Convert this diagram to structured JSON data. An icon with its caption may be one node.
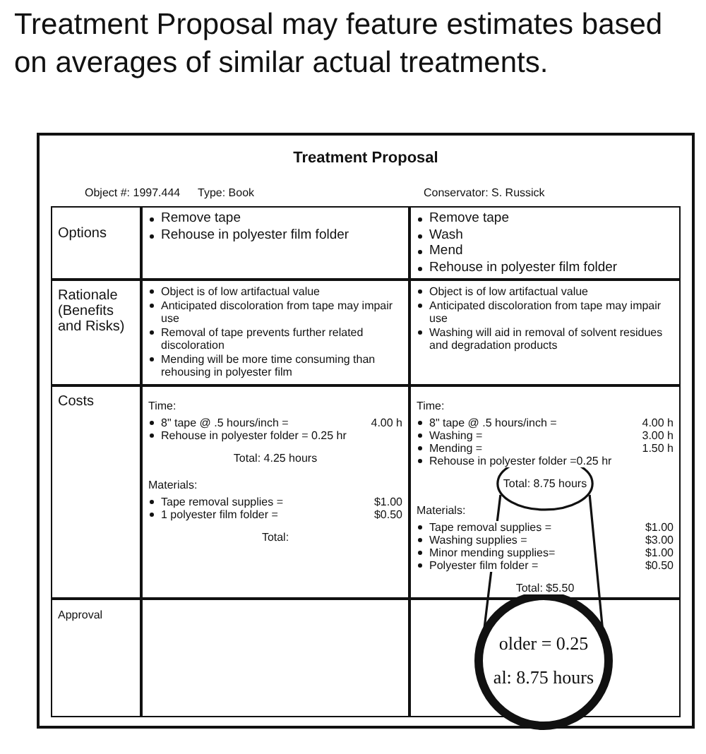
{
  "diagram": {
    "title": "Treatment Proposal may feature estimates based on averages of similar actual treatments.",
    "labels": [
      "Treatment Proposal",
      "Object #: 1997.444",
      "Type: Book",
      "Conservator: S. Russick",
      "Options",
      "Remove tape",
      "Rehouse in polyester film folder",
      "Remove tape",
      "Wash",
      "Mend",
      "Rehouse in polyester film folder",
      "Rationale (Benefits and Risks)",
      "Object is of low artifactual value",
      "Anticipated discoloration from tape may impair use",
      "Removal of tape prevents further related discoloration",
      "Mending will be more time consuming than rehousing in polyester film",
      "Object is of low artifactual value",
      "Anticipated discoloration from tape may impair use",
      "Washing will aid in removal of solvent residues and degradation products",
      "Costs",
      "Time:",
      "8\" tape @ .5 hours/inch =",
      "4.00 h",
      "Rehouse in polyester folder = 0.25 hr",
      "Total: 4.25 hours",
      "Materials:",
      "Tape removal supplies =",
      "$1.00",
      "1 polyester film folder =",
      "$0.50",
      "Total:",
      "Time:",
      "8\" tape @ .5 hours/inch =",
      "4.00 h",
      "Washing =",
      "3.00 h",
      "Mending =",
      "1.50 h",
      "Rehouse in polyester folder =0.25 hr",
      "Total: 8.75 hours",
      "Materials:",
      "Tape removal supplies =",
      "$1.00",
      "Washing supplies =",
      "$3.00",
      "Minor mending supplies=",
      "$1.00",
      "Polyester film folder =",
      "$0.50",
      "Total: $5.50",
      "Approval",
      "older = 0.25",
      "al: 8.75 hours"
    ]
  }
}
